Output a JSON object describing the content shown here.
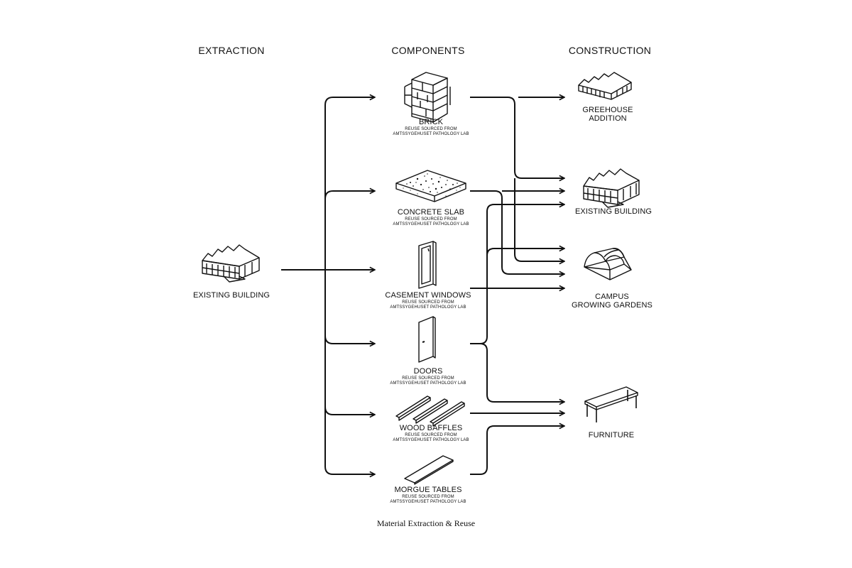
{
  "headers": {
    "extraction": "EXTRACTION",
    "components": "COMPONENTS",
    "construction": "CONSTRUCTION"
  },
  "source": {
    "name": "EXISTING BUILDING",
    "icon": "existing-building-icon"
  },
  "components": [
    {
      "name": "BRICK",
      "sub1": "REUSE SOURCED FROM",
      "sub2": "AMTSSYGEHUSET PATHOLOGY LAB",
      "icon": "brick-icon"
    },
    {
      "name": "CONCRETE SLAB",
      "sub1": "REUSE SOURCED FROM",
      "sub2": "AMTSSYGEHUSET PATHOLOGY LAB",
      "icon": "concrete-slab-icon"
    },
    {
      "name": "CASEMENT WINDOWS",
      "sub1": "REUSE SOURCED FROM",
      "sub2": "AMTSSYGEHUSET PATHOLOGY LAB",
      "icon": "casement-window-icon"
    },
    {
      "name": "DOORS",
      "sub1": "REUSE SOURCED FROM",
      "sub2": "AMTSSYGEHUSET PATHOLOGY LAB",
      "icon": "door-icon"
    },
    {
      "name": "WOOD BAFFLES",
      "sub1": "REUSE SOURCED FROM",
      "sub2": "AMTSSYGEHUSET PATHOLOGY LAB",
      "icon": "wood-baffles-icon"
    },
    {
      "name": "MORGUE TABLES",
      "sub1": "REUSE SOURCED FROM",
      "sub2": "AMTSSYGEHUSET PATHOLOGY LAB",
      "icon": "morgue-table-icon"
    }
  ],
  "construction": [
    {
      "line1": "GREEHOUSE",
      "line2": "ADDITION",
      "icon": "greenhouse-icon"
    },
    {
      "line1": "EXISTING BUILDING",
      "line2": "",
      "icon": "existing-building-icon"
    },
    {
      "line1": "CAMPUS",
      "line2": "GROWING GARDENS",
      "icon": "growing-gardens-icon"
    },
    {
      "line1": "FURNITURE",
      "line2": "",
      "icon": "furniture-icon"
    }
  ],
  "caption": "Material Extraction & Reuse",
  "colors": {
    "line": "#111111",
    "background": "#ffffff"
  }
}
